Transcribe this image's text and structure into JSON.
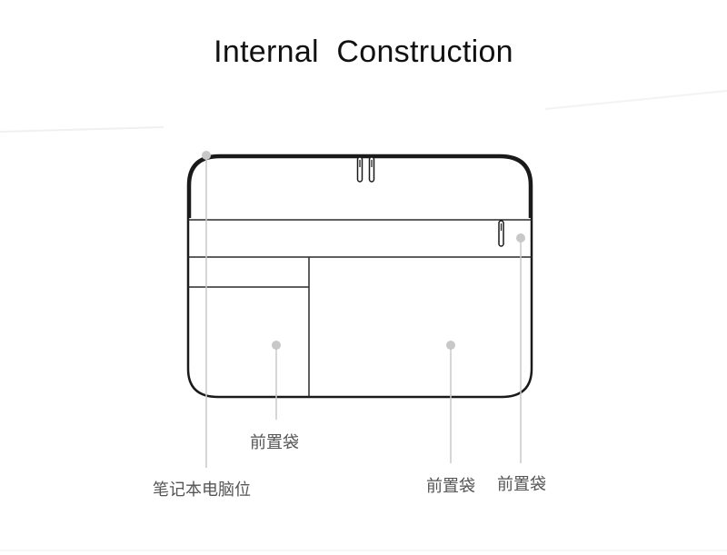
{
  "title": "Internal  Construction",
  "labels": {
    "front_pocket_left": "前置袋",
    "laptop_compartment": "笔记本电脑位",
    "front_pocket_center": "前置袋",
    "front_pocket_right": "前置袋"
  },
  "colors": {
    "outline": "#1a1a1a",
    "leader": "#c8c8c8",
    "dot": "#c8c8c8",
    "label_text": "#555555",
    "title_text": "#111111"
  },
  "icons": {
    "zipper_pulls": "zipper-pull-icon"
  }
}
